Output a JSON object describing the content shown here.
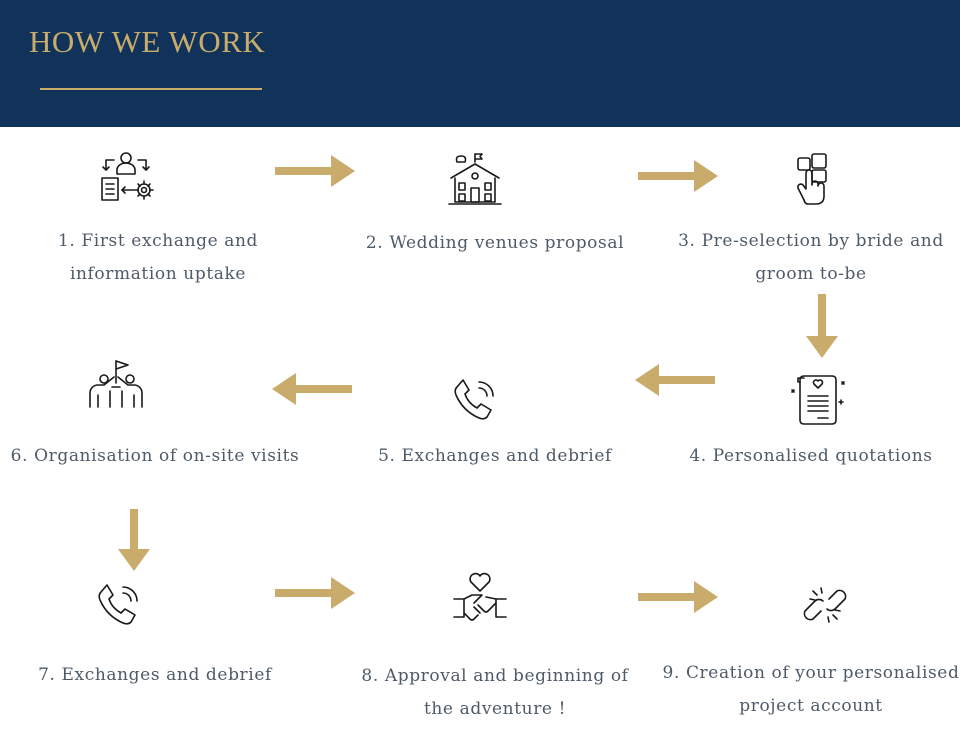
{
  "header": {
    "title": "HOW WE WORK"
  },
  "steps": [
    {
      "label": "1. First exchange and information uptake",
      "icon": "consultant-process-icon"
    },
    {
      "label": "2. Wedding venues proposal",
      "icon": "venue-building-icon"
    },
    {
      "label": "3. Pre-selection by bride and groom to-be",
      "icon": "hand-selection-icon"
    },
    {
      "label": "4. Personalised quotations",
      "icon": "quotation-document-icon"
    },
    {
      "label": "5. Exchanges and debrief",
      "icon": "phone-call-icon"
    },
    {
      "label": "6. Organisation of on-site visits",
      "icon": "team-flag-icon"
    },
    {
      "label": "7. Exchanges and debrief",
      "icon": "phone-call-icon"
    },
    {
      "label": "8. Approval and beginning of the adventure !",
      "icon": "heart-handshake-icon"
    },
    {
      "label": "9. Creation of your personalised project account",
      "icon": "chain-link-icon"
    }
  ],
  "colors": {
    "header_bg": "#11335a",
    "accent": "#c9ac6c",
    "text": "#4d5a68",
    "icon": "#1a1a1a"
  }
}
